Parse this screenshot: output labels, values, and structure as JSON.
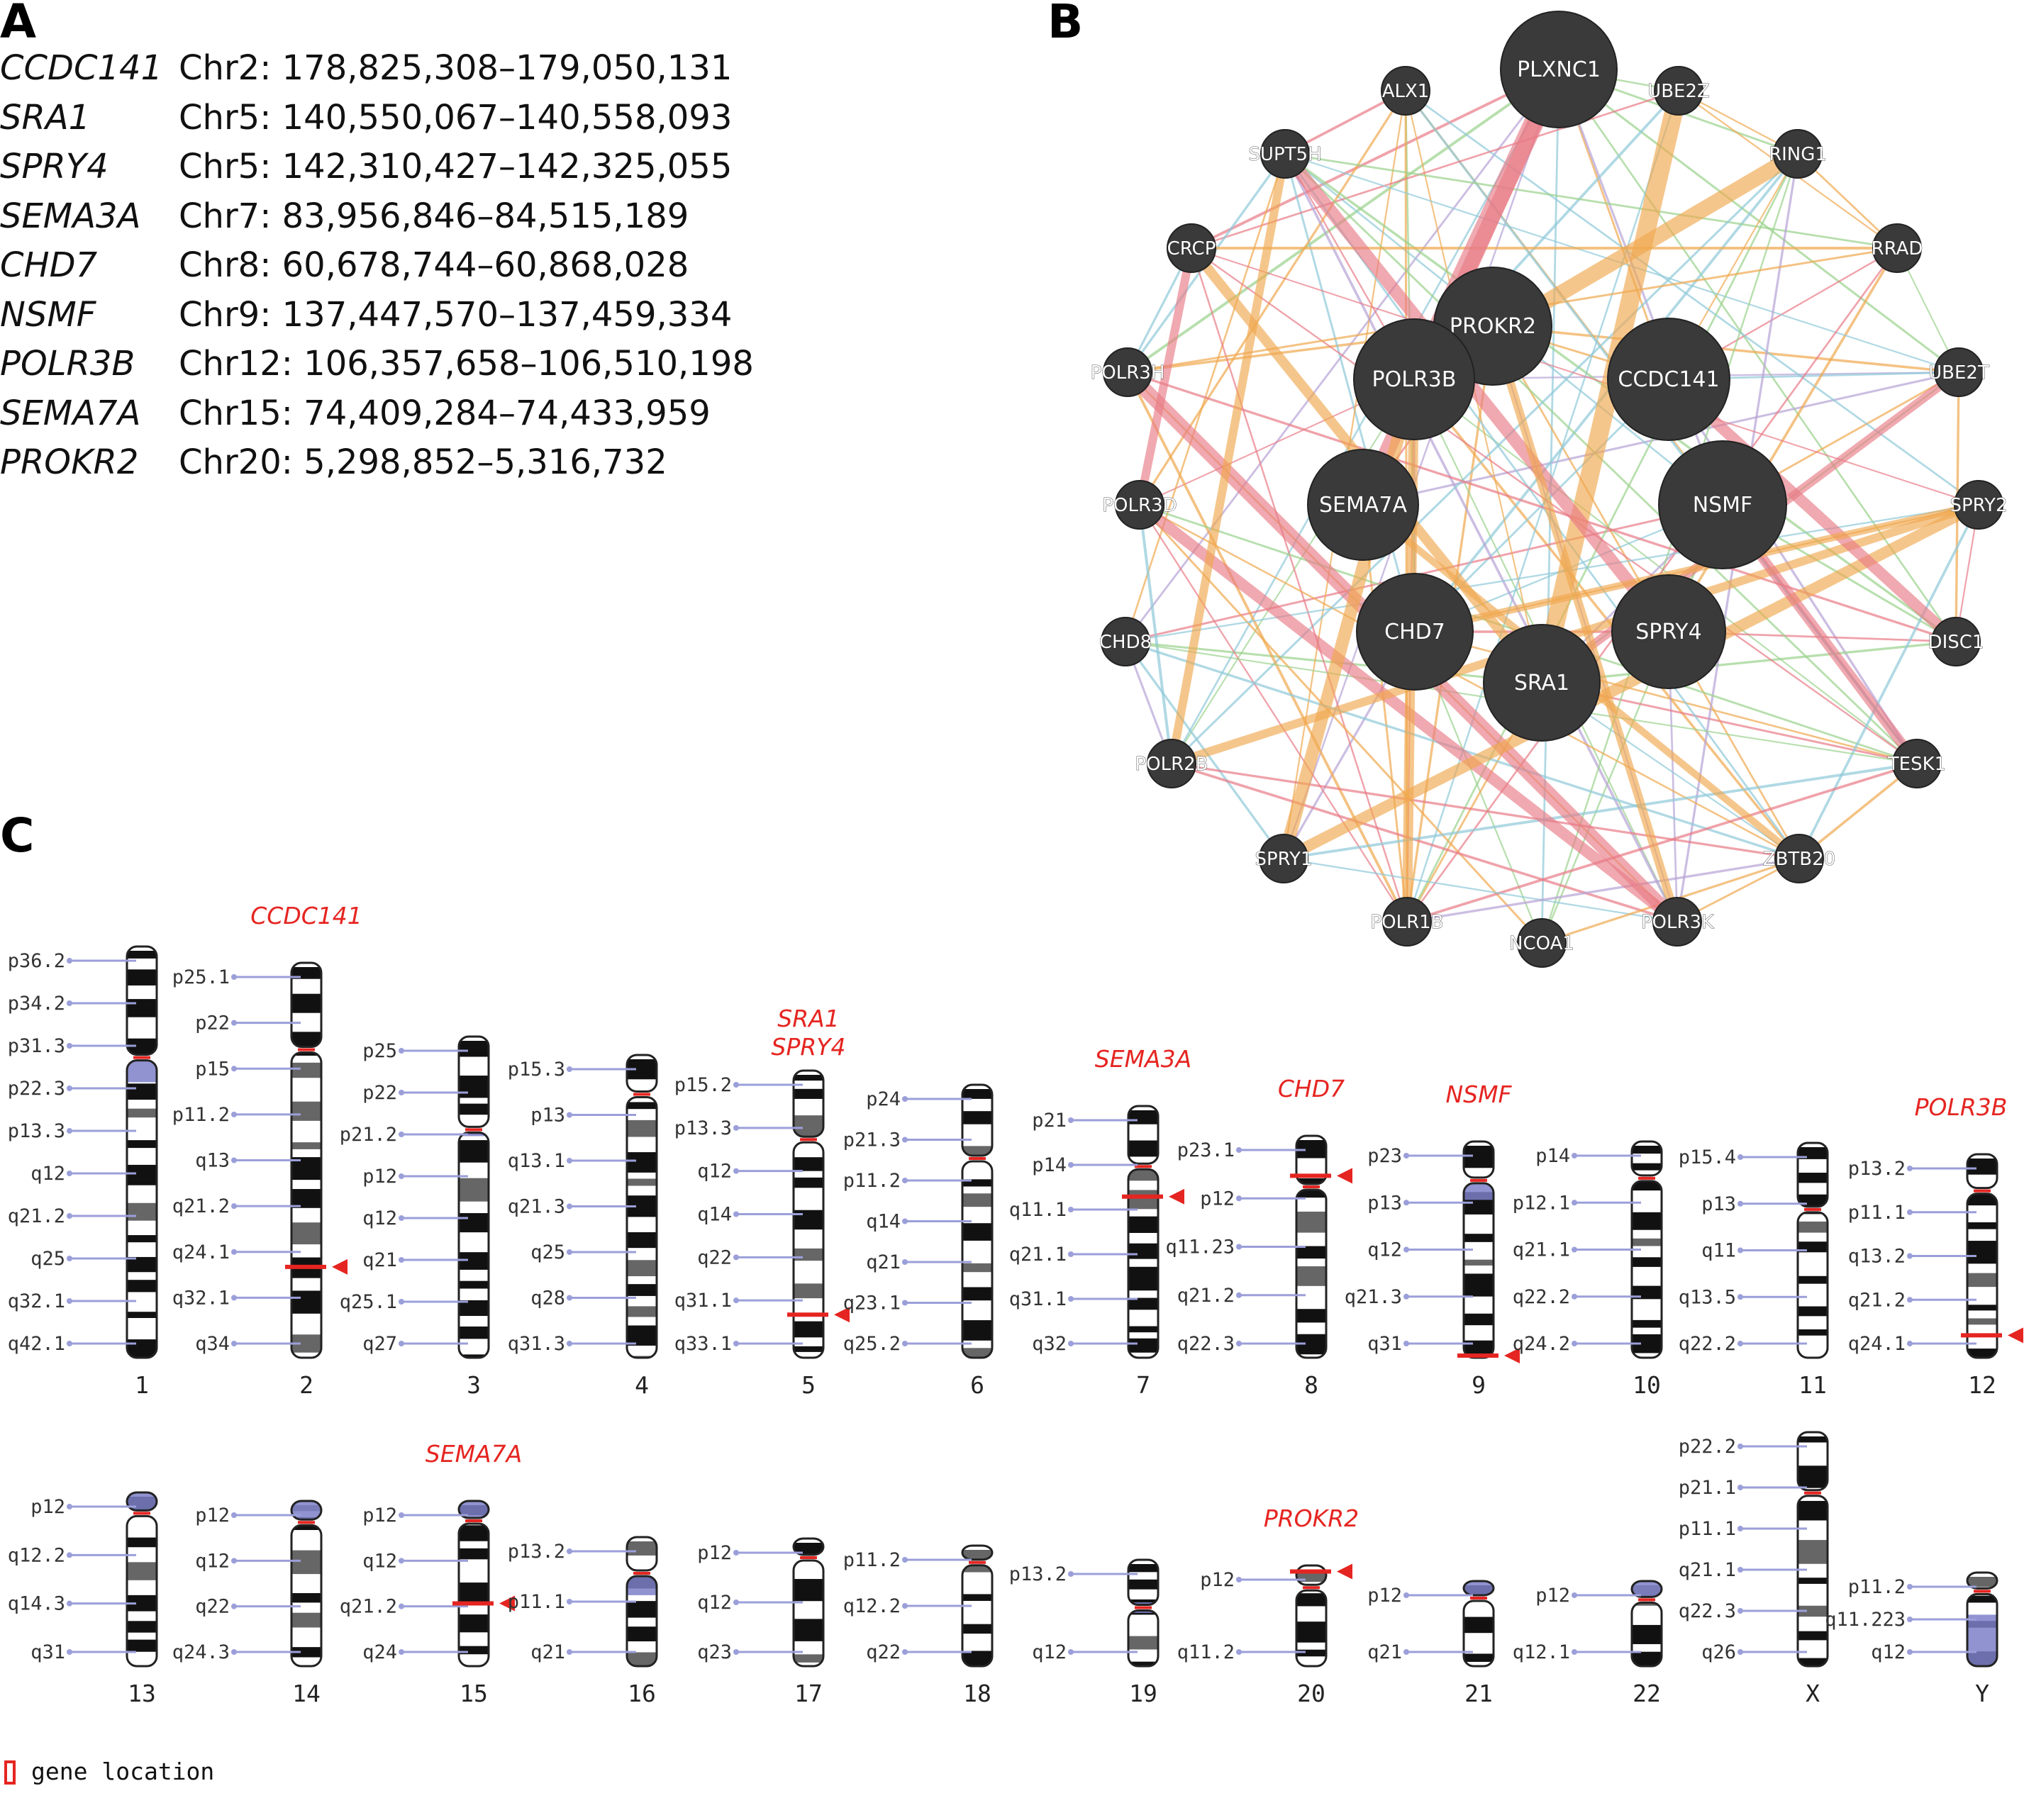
{
  "panels": {
    "a": "A",
    "b": "B",
    "c": "C"
  },
  "gene_table": [
    {
      "gene": "CCDC141",
      "location": "Chr2: 178,825,308–179,050,131"
    },
    {
      "gene": "SRA1",
      "location": "Chr5: 140,550,067–140,558,093"
    },
    {
      "gene": "SPRY4",
      "location": "Chr5: 142,310,427–142,325,055"
    },
    {
      "gene": "SEMA3A",
      "location": "Chr7: 83,956,846–84,515,189"
    },
    {
      "gene": "CHD7",
      "location": "Chr8: 60,678,744–60,868,028"
    },
    {
      "gene": "NSMF",
      "location": "Chr9: 137,447,570–137,459,334"
    },
    {
      "gene": "POLR3B",
      "location": "Chr12: 106,357,658–106,510,198"
    },
    {
      "gene": "SEMA7A",
      "location": "Chr15: 74,409,284–74,433,959"
    },
    {
      "gene": "PROKR2",
      "location": "Chr20: 5,298,852–5,316,732"
    }
  ],
  "network": {
    "query_genes": [
      "PLXNC1",
      "PROKR2",
      "POLR3B",
      "CCDC141",
      "SEMA7A",
      "NSMF",
      "CHD7",
      "SPRY4",
      "SRA1"
    ],
    "related_genes": [
      "ALX1",
      "UBE2Z",
      "SUPT5H",
      "RING1",
      "CRCP",
      "RRAD",
      "POLR3H",
      "UBE2T",
      "POLR3D",
      "SPRY2",
      "CHD8",
      "DISC1",
      "POLR2B",
      "TESK1",
      "SPRY1",
      "ZBTB20",
      "POLR1B",
      "NCOA1",
      "POLR3K"
    ],
    "edge_colors": {
      "physical": "#e87b86",
      "coexpression": "#f0a84e",
      "genetic": "#9ad18b",
      "pathway": "#8fc9d9",
      "colocalization": "#b7a2d6"
    },
    "node_color": "#3a3a3a"
  },
  "karyogram": {
    "row1": [
      {
        "chr": "1",
        "bands": [
          "p36.2",
          "p34.2",
          "p31.3",
          "p22.3",
          "p13.3",
          "q12",
          "q21.2",
          "q25",
          "q32.1",
          "q42.1"
        ]
      },
      {
        "chr": "2",
        "bands": [
          "p25.1",
          "p22",
          "p15",
          "p11.2",
          "q13",
          "q21.2",
          "q24.1",
          "q32.1",
          "q34"
        ],
        "gene": "CCDC141"
      },
      {
        "chr": "3",
        "bands": [
          "p25",
          "p22",
          "p21.2",
          "p12",
          "q12",
          "q21",
          "q25.1",
          "q27"
        ]
      },
      {
        "chr": "4",
        "bands": [
          "p15.3",
          "p13",
          "q13.1",
          "q21.3",
          "q25",
          "q28",
          "q31.3"
        ]
      },
      {
        "chr": "5",
        "bands": [
          "p15.2",
          "p13.3",
          "q12",
          "q14",
          "q22",
          "q31.1",
          "q33.1"
        ],
        "gene": "SRA1",
        "gene2": "SPRY4"
      },
      {
        "chr": "6",
        "bands": [
          "p24",
          "p21.3",
          "p11.2",
          "q14",
          "q21",
          "q23.1",
          "q25.2"
        ]
      },
      {
        "chr": "7",
        "bands": [
          "p21",
          "p14",
          "q11.1",
          "q21.1",
          "q31.1",
          "q32"
        ],
        "gene": "SEMA3A"
      },
      {
        "chr": "8",
        "bands": [
          "p23.1",
          "p12",
          "q11.23",
          "q21.2",
          "q22.3"
        ],
        "gene": "CHD7"
      },
      {
        "chr": "9",
        "bands": [
          "p23",
          "p13",
          "q12",
          "q21.3",
          "q31"
        ],
        "gene": "NSMF"
      },
      {
        "chr": "10",
        "bands": [
          "p14",
          "p12.1",
          "q21.1",
          "q22.2",
          "q24.2"
        ]
      },
      {
        "chr": "11",
        "bands": [
          "p15.4",
          "p13",
          "q11",
          "q13.5",
          "q22.2"
        ]
      },
      {
        "chr": "12",
        "bands": [
          "p13.2",
          "p11.1",
          "q13.2",
          "q21.2",
          "q24.1"
        ],
        "gene": "POLR3B"
      }
    ],
    "row2": [
      {
        "chr": "13",
        "bands": [
          "p12",
          "q12.2",
          "q14.3",
          "q31"
        ]
      },
      {
        "chr": "14",
        "bands": [
          "p12",
          "q12",
          "q22",
          "q24.3"
        ]
      },
      {
        "chr": "15",
        "bands": [
          "p12",
          "q12",
          "q21.2",
          "q24"
        ],
        "gene": "SEMA7A"
      },
      {
        "chr": "16",
        "bands": [
          "p13.2",
          "p11.1",
          "q21"
        ]
      },
      {
        "chr": "17",
        "bands": [
          "p12",
          "q12",
          "q23"
        ]
      },
      {
        "chr": "18",
        "bands": [
          "p11.2",
          "q12.2",
          "q22"
        ]
      },
      {
        "chr": "19",
        "bands": [
          "p13.2",
          "q12"
        ]
      },
      {
        "chr": "20",
        "bands": [
          "p12",
          "q11.2"
        ],
        "gene": "PROKR2"
      },
      {
        "chr": "21",
        "bands": [
          "p12",
          "q21"
        ]
      },
      {
        "chr": "22",
        "bands": [
          "p12",
          "q12.1"
        ]
      },
      {
        "chr": "X",
        "bands": [
          "p22.2",
          "p21.1",
          "p11.1",
          "q21.1",
          "q22.3",
          "q26"
        ]
      },
      {
        "chr": "Y",
        "bands": [
          "p11.2",
          "q11.223",
          "q12"
        ]
      }
    ],
    "marker_color": "#e52521",
    "band_tick_color": "#9b9fd9",
    "centromere_color": "#e52521",
    "heterochromatin_color": "#7d80c8"
  },
  "legend": {
    "label": "gene location"
  }
}
